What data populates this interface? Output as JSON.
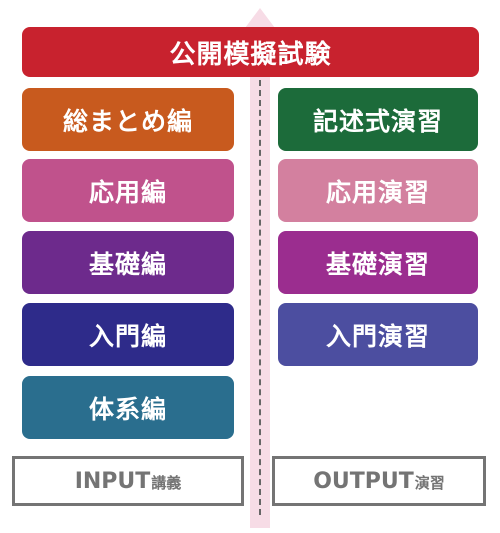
{
  "banner": {
    "label": "公開模擬試験",
    "color": "#c8222e"
  },
  "left_column": {
    "items": [
      {
        "label": "総まとめ編",
        "color": "#c85a1e"
      },
      {
        "label": "応用編",
        "color": "#c0528c"
      },
      {
        "label": "基礎編",
        "color": "#6d2a8c"
      },
      {
        "label": "入門編",
        "color": "#2e2b8a"
      },
      {
        "label": "体系編",
        "color": "#2a6e8e"
      }
    ],
    "footer_main": "INPUT",
    "footer_sub": "講義"
  },
  "right_column": {
    "items": [
      {
        "label": "記述式演習",
        "color": "#1c6b3a"
      },
      {
        "label": "応用演習",
        "color": "#d3809f"
      },
      {
        "label": "基礎演習",
        "color": "#9b2d8f"
      },
      {
        "label": "入門演習",
        "color": "#4c4ea0"
      }
    ],
    "footer_main": "OUTPUT",
    "footer_sub": "演習"
  },
  "arrow_color": "#f7dce6",
  "divider_color": "#666666",
  "footer_border_color": "#747474"
}
